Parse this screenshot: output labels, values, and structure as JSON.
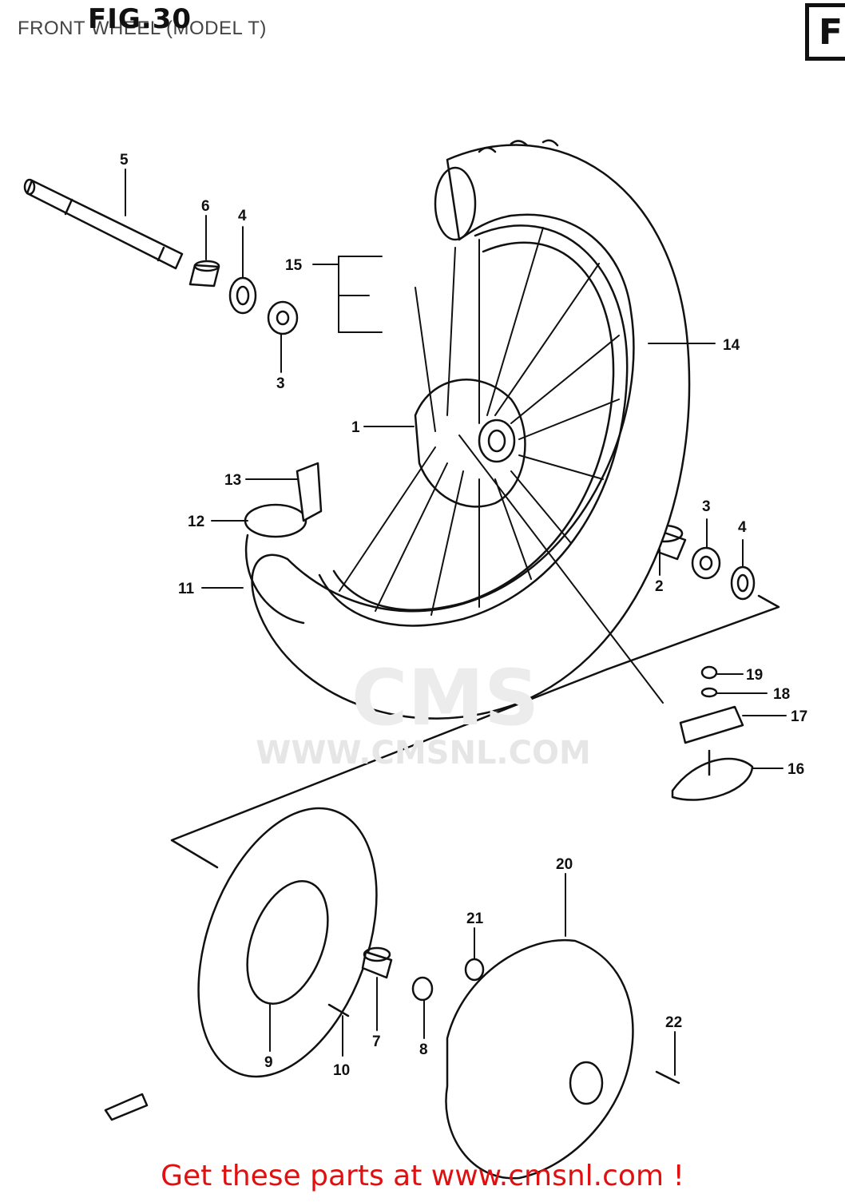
{
  "header": {
    "title": "FRONT WHEEL (MODEL T)",
    "fig": "FIG.30",
    "corner_letter": "F"
  },
  "watermark": {
    "brand": "CMS",
    "url": "WWW.CMSNL.COM"
  },
  "footer": {
    "cta": "Get these parts at www.cmsnl.com !"
  },
  "callouts": [
    "1",
    "2",
    "3",
    "3",
    "4",
    "4",
    "5",
    "6",
    "7",
    "8",
    "9",
    "10",
    "11",
    "12",
    "13",
    "14",
    "15",
    "16",
    "17",
    "18",
    "19",
    "20",
    "21",
    "22"
  ],
  "colors": {
    "line": "#111111",
    "footer_text": "#e01010",
    "watermark": "#e6e6e6"
  }
}
